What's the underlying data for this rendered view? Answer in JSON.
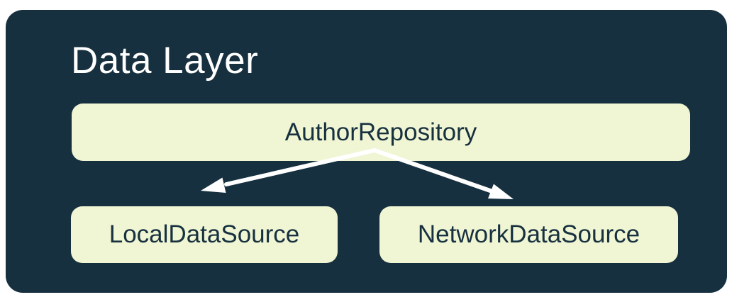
{
  "colors": {
    "card-bg": "#16303F",
    "node-bg": "#F0F5D4",
    "node-text": "#17313F",
    "title-text": "#FFFFFF",
    "arrow": "#FFFFFF",
    "page-bg": "#FFFFFF"
  },
  "diagram": {
    "title": "Data Layer",
    "nodes": [
      {
        "id": "author-repository",
        "label": "AuthorRepository"
      },
      {
        "id": "local-data-source",
        "label": "LocalDataSource"
      },
      {
        "id": "network-data-source",
        "label": "NetworkDataSource"
      }
    ],
    "edges": [
      {
        "from": "AuthorRepository",
        "to": "LocalDataSource"
      },
      {
        "from": "AuthorRepository",
        "to": "NetworkDataSource"
      }
    ]
  }
}
